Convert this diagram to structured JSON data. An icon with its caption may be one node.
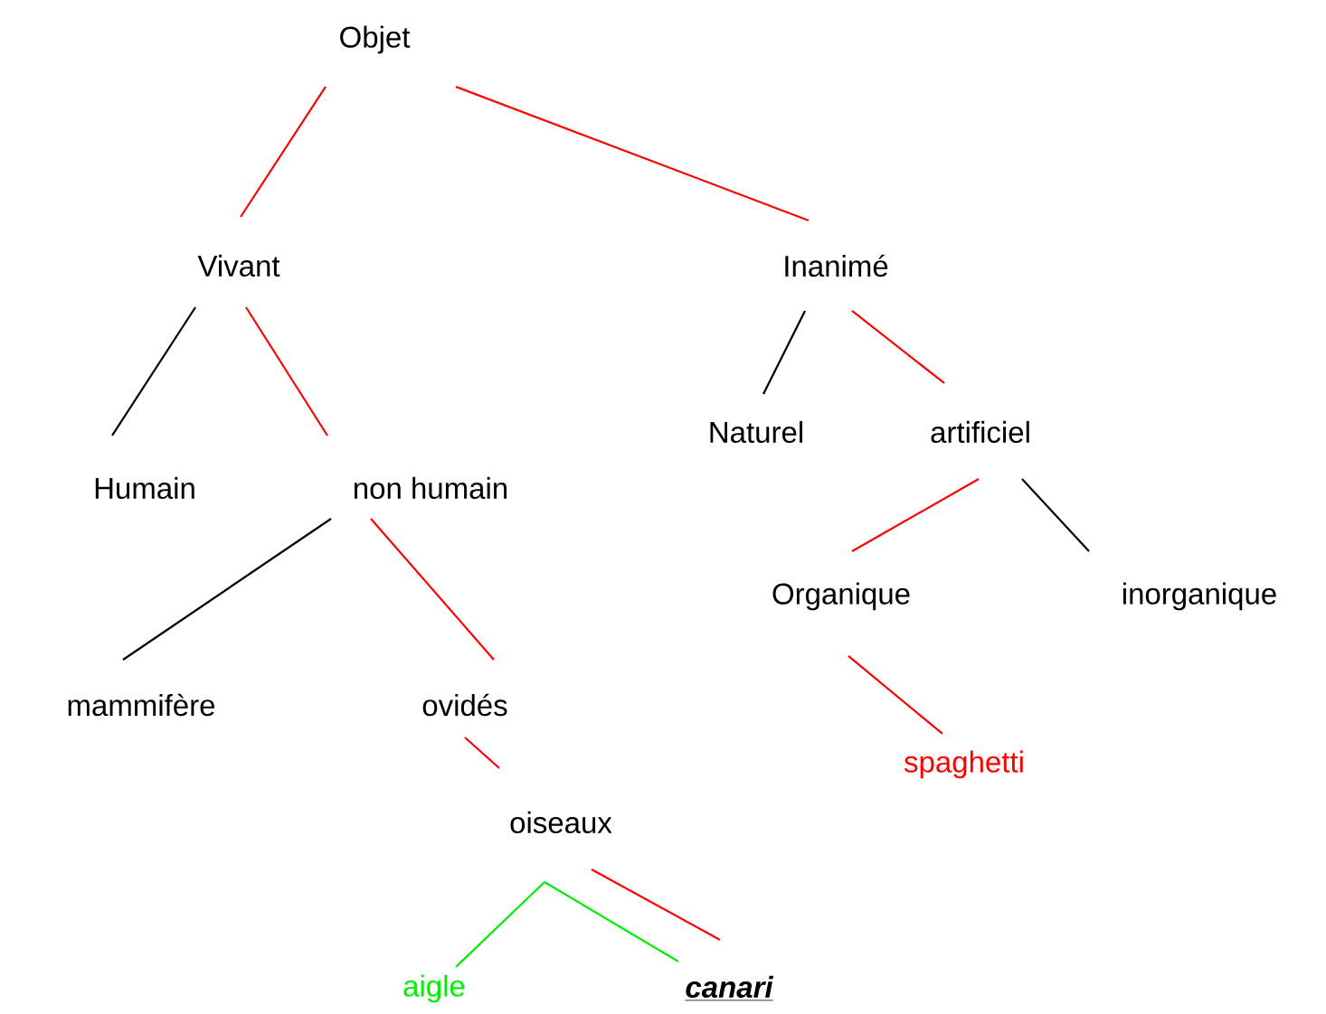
{
  "diagram": {
    "nodes": [
      {
        "text": [
          "Objet"
        ]
      },
      {
        "text": [
          "Vivant"
        ]
      },
      {
        "text": [
          "Inanimé"
        ]
      },
      {
        "text": [
          "Humain"
        ]
      },
      {
        "text": [
          "non humain"
        ]
      },
      {
        "text": [
          "Naturel"
        ]
      },
      {
        "text": [
          "artificiel"
        ]
      },
      {
        "text": [
          "mammifère"
        ]
      },
      {
        "text": [
          "ovidés"
        ]
      },
      {
        "text": [
          "Organique"
        ]
      },
      {
        "text": [
          "inorganique"
        ]
      },
      {
        "text": [
          "spaghetti"
        ]
      },
      {
        "text": [
          "oiseaux"
        ]
      },
      {
        "text": [
          "aigle"
        ]
      },
      {
        "text": [
          "canari"
        ]
      }
    ],
    "edges": [
      {
        "from": 0,
        "to": 1,
        "arrow": "none"
      },
      {
        "from": 0,
        "to": 2,
        "arrow": "none"
      },
      {
        "from": 1,
        "to": 3,
        "arrow": "none",
        "color": "#000000"
      },
      {
        "from": 1,
        "to": 4,
        "arrow": "none"
      },
      {
        "from": 2,
        "to": 5,
        "arrow": "none",
        "color": "#000000"
      },
      {
        "from": 2,
        "to": 6,
        "arrow": "none"
      },
      {
        "from": 4,
        "to": 7,
        "arrow": "none",
        "color": "#000000"
      },
      {
        "from": 4,
        "to": 8,
        "arrow": "none"
      },
      {
        "from": 6,
        "to": 9,
        "arrow": "none"
      },
      {
        "from": 6,
        "to": 10,
        "arrow": "none",
        "color": "#000000"
      },
      {
        "from": 9,
        "to": 11,
        "arrow": "none"
      },
      {
        "from": 8,
        "to": 12,
        "arrow": "none"
      },
      {
        "from": 12,
        "to": 13,
        "arrow": "none",
        "color": "#00ee00"
      },
      {
        "from": 12,
        "to": 14,
        "arrow": "none",
        "color": "#00ee00"
      },
      {
        "from": 12,
        "to": 14,
        "arrow": "none"
      }
    ]
  }
}
